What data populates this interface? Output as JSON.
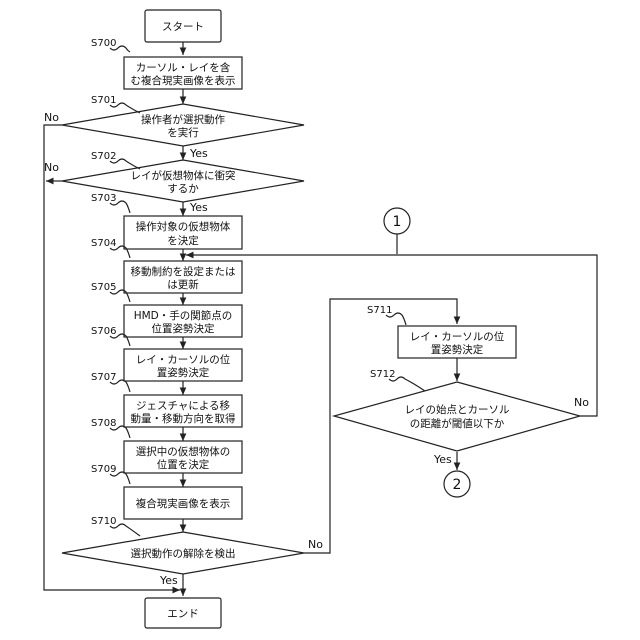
{
  "start": "スタート",
  "end": "エンド",
  "steps": {
    "s700": {
      "id": "S700",
      "lines": [
        "カーソル・レイを含",
        "む複合現実画像を表示"
      ]
    },
    "s701": {
      "id": "S701",
      "lines": [
        "操作者が選択動作",
        "を実行"
      ]
    },
    "s702": {
      "id": "S702",
      "lines": [
        "レイが仮想物体に衝突",
        "するか"
      ]
    },
    "s703": {
      "id": "S703",
      "lines": [
        "操作対象の仮想物体",
        "を決定"
      ]
    },
    "s704": {
      "id": "S704",
      "lines": [
        "移動制約を設定または",
        "は更新"
      ]
    },
    "s705": {
      "id": "S705",
      "lines": [
        "HMD・手の関節点の",
        "位置姿勢決定"
      ]
    },
    "s706": {
      "id": "S706",
      "lines": [
        "レイ・カーソルの位",
        "置姿勢決定"
      ]
    },
    "s707": {
      "id": "S707",
      "lines": [
        "ジェスチャによる移",
        "動量・移動方向を取得"
      ]
    },
    "s708": {
      "id": "S708",
      "lines": [
        "選択中の仮想物体の",
        "位置を決定"
      ]
    },
    "s709": {
      "id": "S709",
      "lines": [
        "複合現実画像を表示"
      ]
    },
    "s710": {
      "id": "S710",
      "lines": [
        "選択動作の解除を検出"
      ]
    },
    "s711": {
      "id": "S711",
      "lines": [
        "レイ・カーソルの位",
        "置姿勢決定"
      ]
    },
    "s712": {
      "id": "S712",
      "lines": [
        "レイの始点とカーソル",
        "の距離が閾値以下か"
      ]
    }
  },
  "connectors": {
    "one": "1",
    "two": "2"
  },
  "labels": {
    "yes": "Yes",
    "no": "No"
  }
}
